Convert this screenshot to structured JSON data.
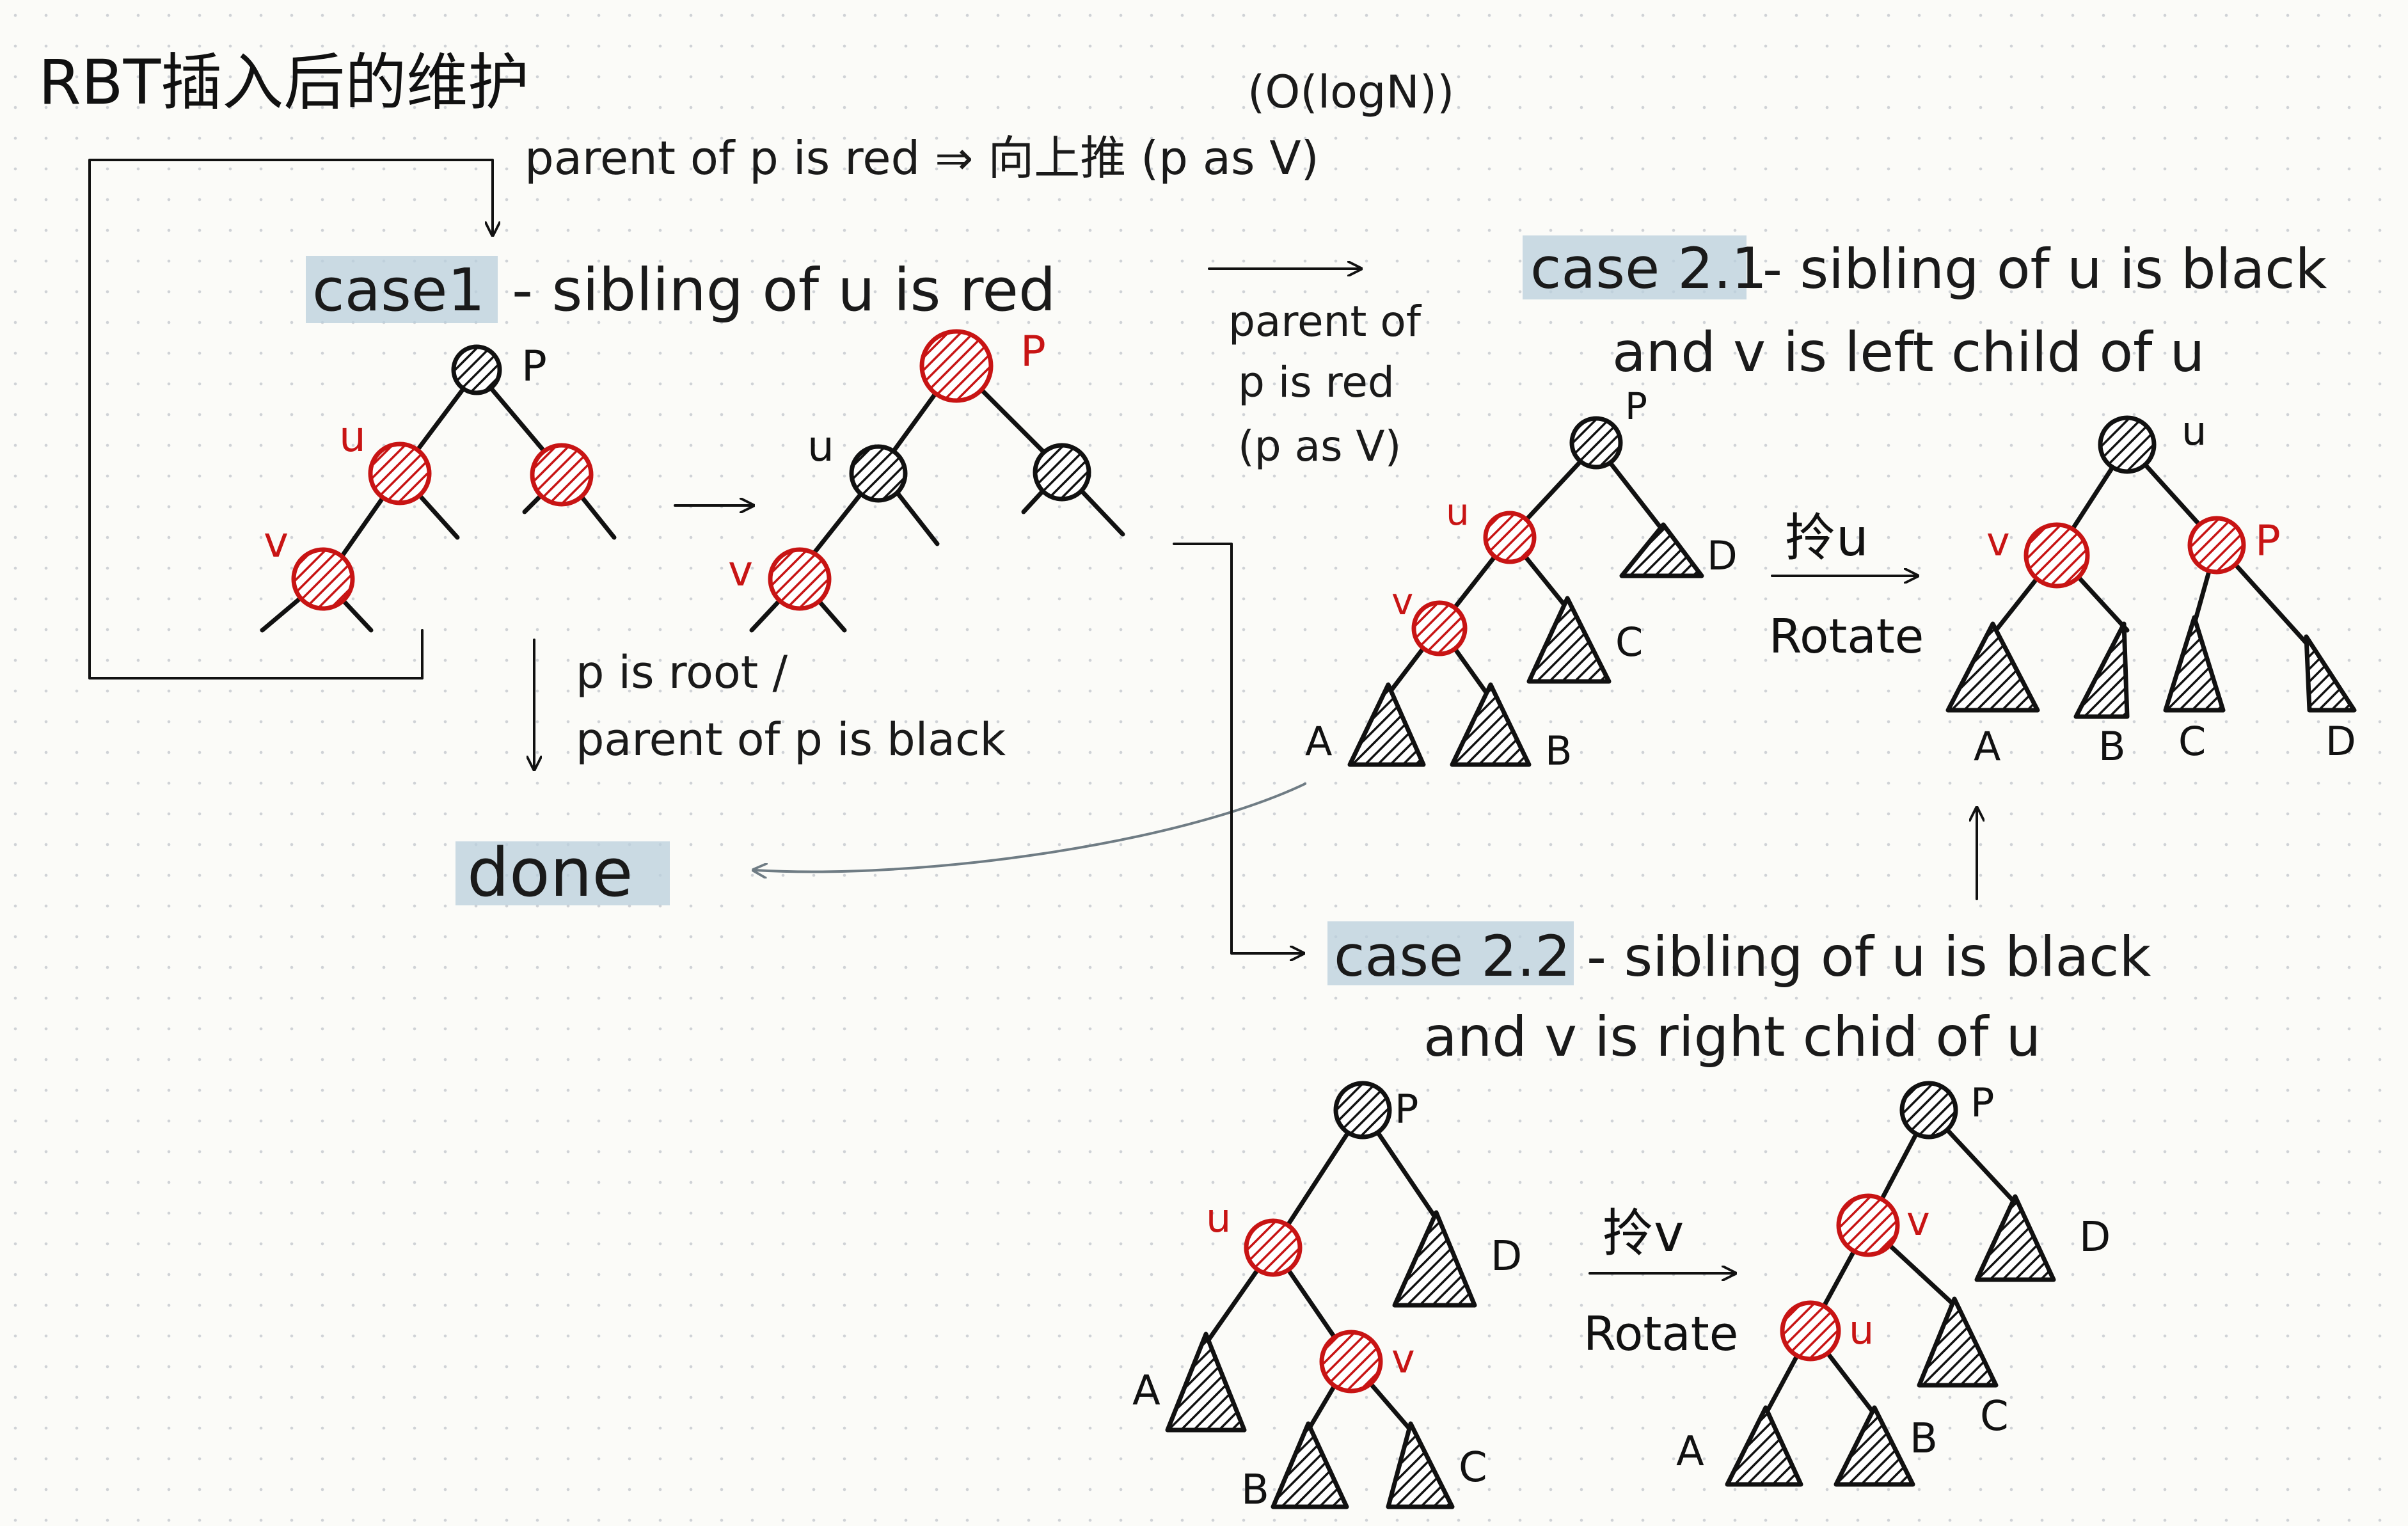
{
  "title": "RBT插入后的维护",
  "complexity": "(O(logN))",
  "loop_note": "parent of p is red ⇒ 向上推 (p as V)",
  "case1": {
    "label": "case1",
    "desc": "- sibling of u is red",
    "arrow_note": [
      "parent of",
      "p is red",
      "(p as V)"
    ]
  },
  "done_note": [
    "p is root /",
    "parent of p is black"
  ],
  "done": "done",
  "case21": {
    "label": "case 2.1",
    "desc_line1": "- sibling of u is black",
    "desc_line2": "and  v is left child of u",
    "action": "拎u",
    "rotate": "Rotate"
  },
  "case22": {
    "label": "case 2.2",
    "desc_line1": "- sibling of u is black",
    "desc_line2": "and  v is right chid  of  u",
    "action": "拎v",
    "rotate": "Rotate"
  },
  "node_labels": {
    "p": "P",
    "u": "u",
    "v": "v"
  },
  "subtree_labels": [
    "A",
    "B",
    "C",
    "D"
  ],
  "colors": {
    "red": "#c81414",
    "black": "#111111",
    "highlight": "#b9cfdc"
  }
}
